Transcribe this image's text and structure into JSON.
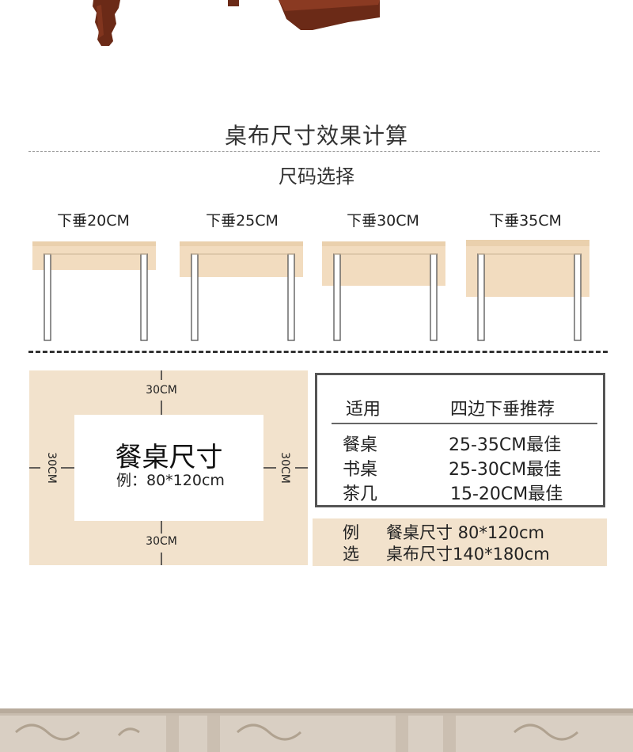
{
  "title": "桌布尺寸效果计算",
  "subtitle": "尺码选择",
  "drop_options": [
    {
      "label": "下垂20CM",
      "drop_cm": 20
    },
    {
      "label": "下垂25CM",
      "drop_cm": 25
    },
    {
      "label": "下垂30CM",
      "drop_cm": 30
    },
    {
      "label": "下垂35CM",
      "drop_cm": 35
    }
  ],
  "diagram": {
    "margin_top": "30CM",
    "margin_bottom": "30CM",
    "margin_left": "30CM",
    "margin_right": "30CM",
    "heading": "餐桌尺寸",
    "example": "例：80*120cm"
  },
  "recommend": {
    "col1": "适用",
    "col2": "四边下垂推荐",
    "rows": [
      {
        "item": "餐桌",
        "value": "25-35CM最佳"
      },
      {
        "item": "书桌",
        "value": "25-30CM最佳"
      },
      {
        "item": "茶几",
        "value": "15-20CM最佳"
      }
    ]
  },
  "example_band": {
    "rows": [
      {
        "key": "例",
        "value": "餐桌尺寸 80*120cm"
      },
      {
        "key": "选",
        "value": "桌布尺寸140*180cm"
      }
    ]
  },
  "colors": {
    "cloth": "#f2dcbf",
    "cloth_band": "#f2e2cc",
    "line": "#333333",
    "leg_stroke": "#555555"
  }
}
